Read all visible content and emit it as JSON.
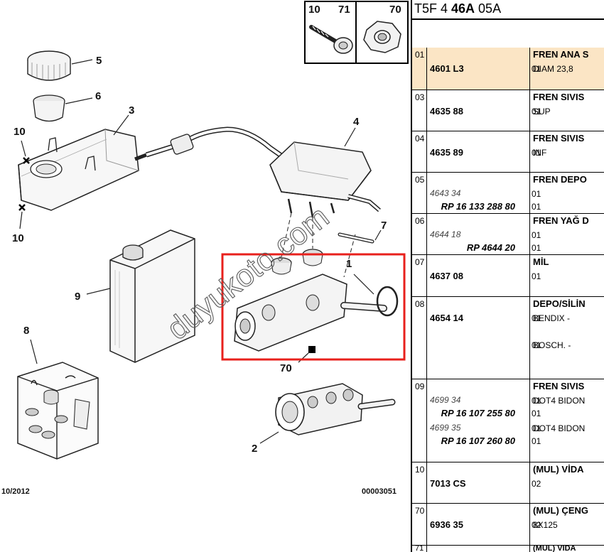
{
  "diagram": {
    "labels": [
      "1",
      "2",
      "3",
      "4",
      "5",
      "6",
      "7",
      "8",
      "9",
      "10",
      "10",
      "70"
    ],
    "inset_labels": [
      "10",
      "71",
      "70"
    ],
    "watermark": "duyukoto.com",
    "footer_left": "10/2012",
    "footer_right": "00003051"
  },
  "panel": {
    "title_prefix": "T5F 4 ",
    "title_bold": "46A",
    "title_suffix": " 05A",
    "rows": [
      {
        "pos": "01",
        "ref": "4601 L3",
        "qty": "01",
        "title": "FREN ANA S",
        "sub": [
          "DIAM 23,8"
        ],
        "highlight": true
      },
      {
        "pos": "03",
        "ref": "4635 88",
        "qty": "01",
        "title": "FREN SIVIS",
        "sub": [
          "SUP"
        ]
      },
      {
        "pos": "04",
        "ref": "4635 89",
        "qty": "01",
        "title": "FREN SIVIS",
        "sub": [
          "INF"
        ]
      },
      {
        "pos": "05",
        "old": "4643 34",
        "rp": "RP 16 133 288 80",
        "qty1": "01",
        "qty2": "01",
        "title": "FREN DEPO"
      },
      {
        "pos": "06",
        "old": "4644 18",
        "rp": "RP 4644 20",
        "qty1": "01",
        "qty2": "01",
        "title": "FREN YAĞ D"
      },
      {
        "pos": "07",
        "ref": "4637 08",
        "qty": "01",
        "title": "MİL"
      },
      {
        "pos": "08",
        "ref": "4654 14",
        "qty1": "01",
        "qty2": "01",
        "title": "DEPO/SİLİN",
        "sub1": "BENDIX -",
        "sub2": "BOSCH. -"
      },
      {
        "pos": "09",
        "old1": "4699 34",
        "rp1": "RP 16 107 255 80",
        "old2": "4699 35",
        "rp2": "RP 16 107 260 80",
        "q1": "01",
        "q2": "01",
        "q3": "01",
        "q4": "01",
        "title": "FREN SIVIS",
        "sub1": "DOT4 BIDON",
        "sub2": "DOT4 BIDON"
      },
      {
        "pos": "10",
        "ref": "7013 CS",
        "qty": "02",
        "title": "(MUL) VİDA"
      },
      {
        "pos": "70",
        "ref": "6936 35",
        "qty": "02",
        "title": "(MUL) ÇENG",
        "sub": [
          "8X125"
        ]
      },
      {
        "pos": "71",
        "title": "(MUL) VİDA"
      }
    ]
  },
  "colors": {
    "highlight": "#fbe5c5",
    "callout": "#e8201c",
    "inset_border": "#000000"
  }
}
